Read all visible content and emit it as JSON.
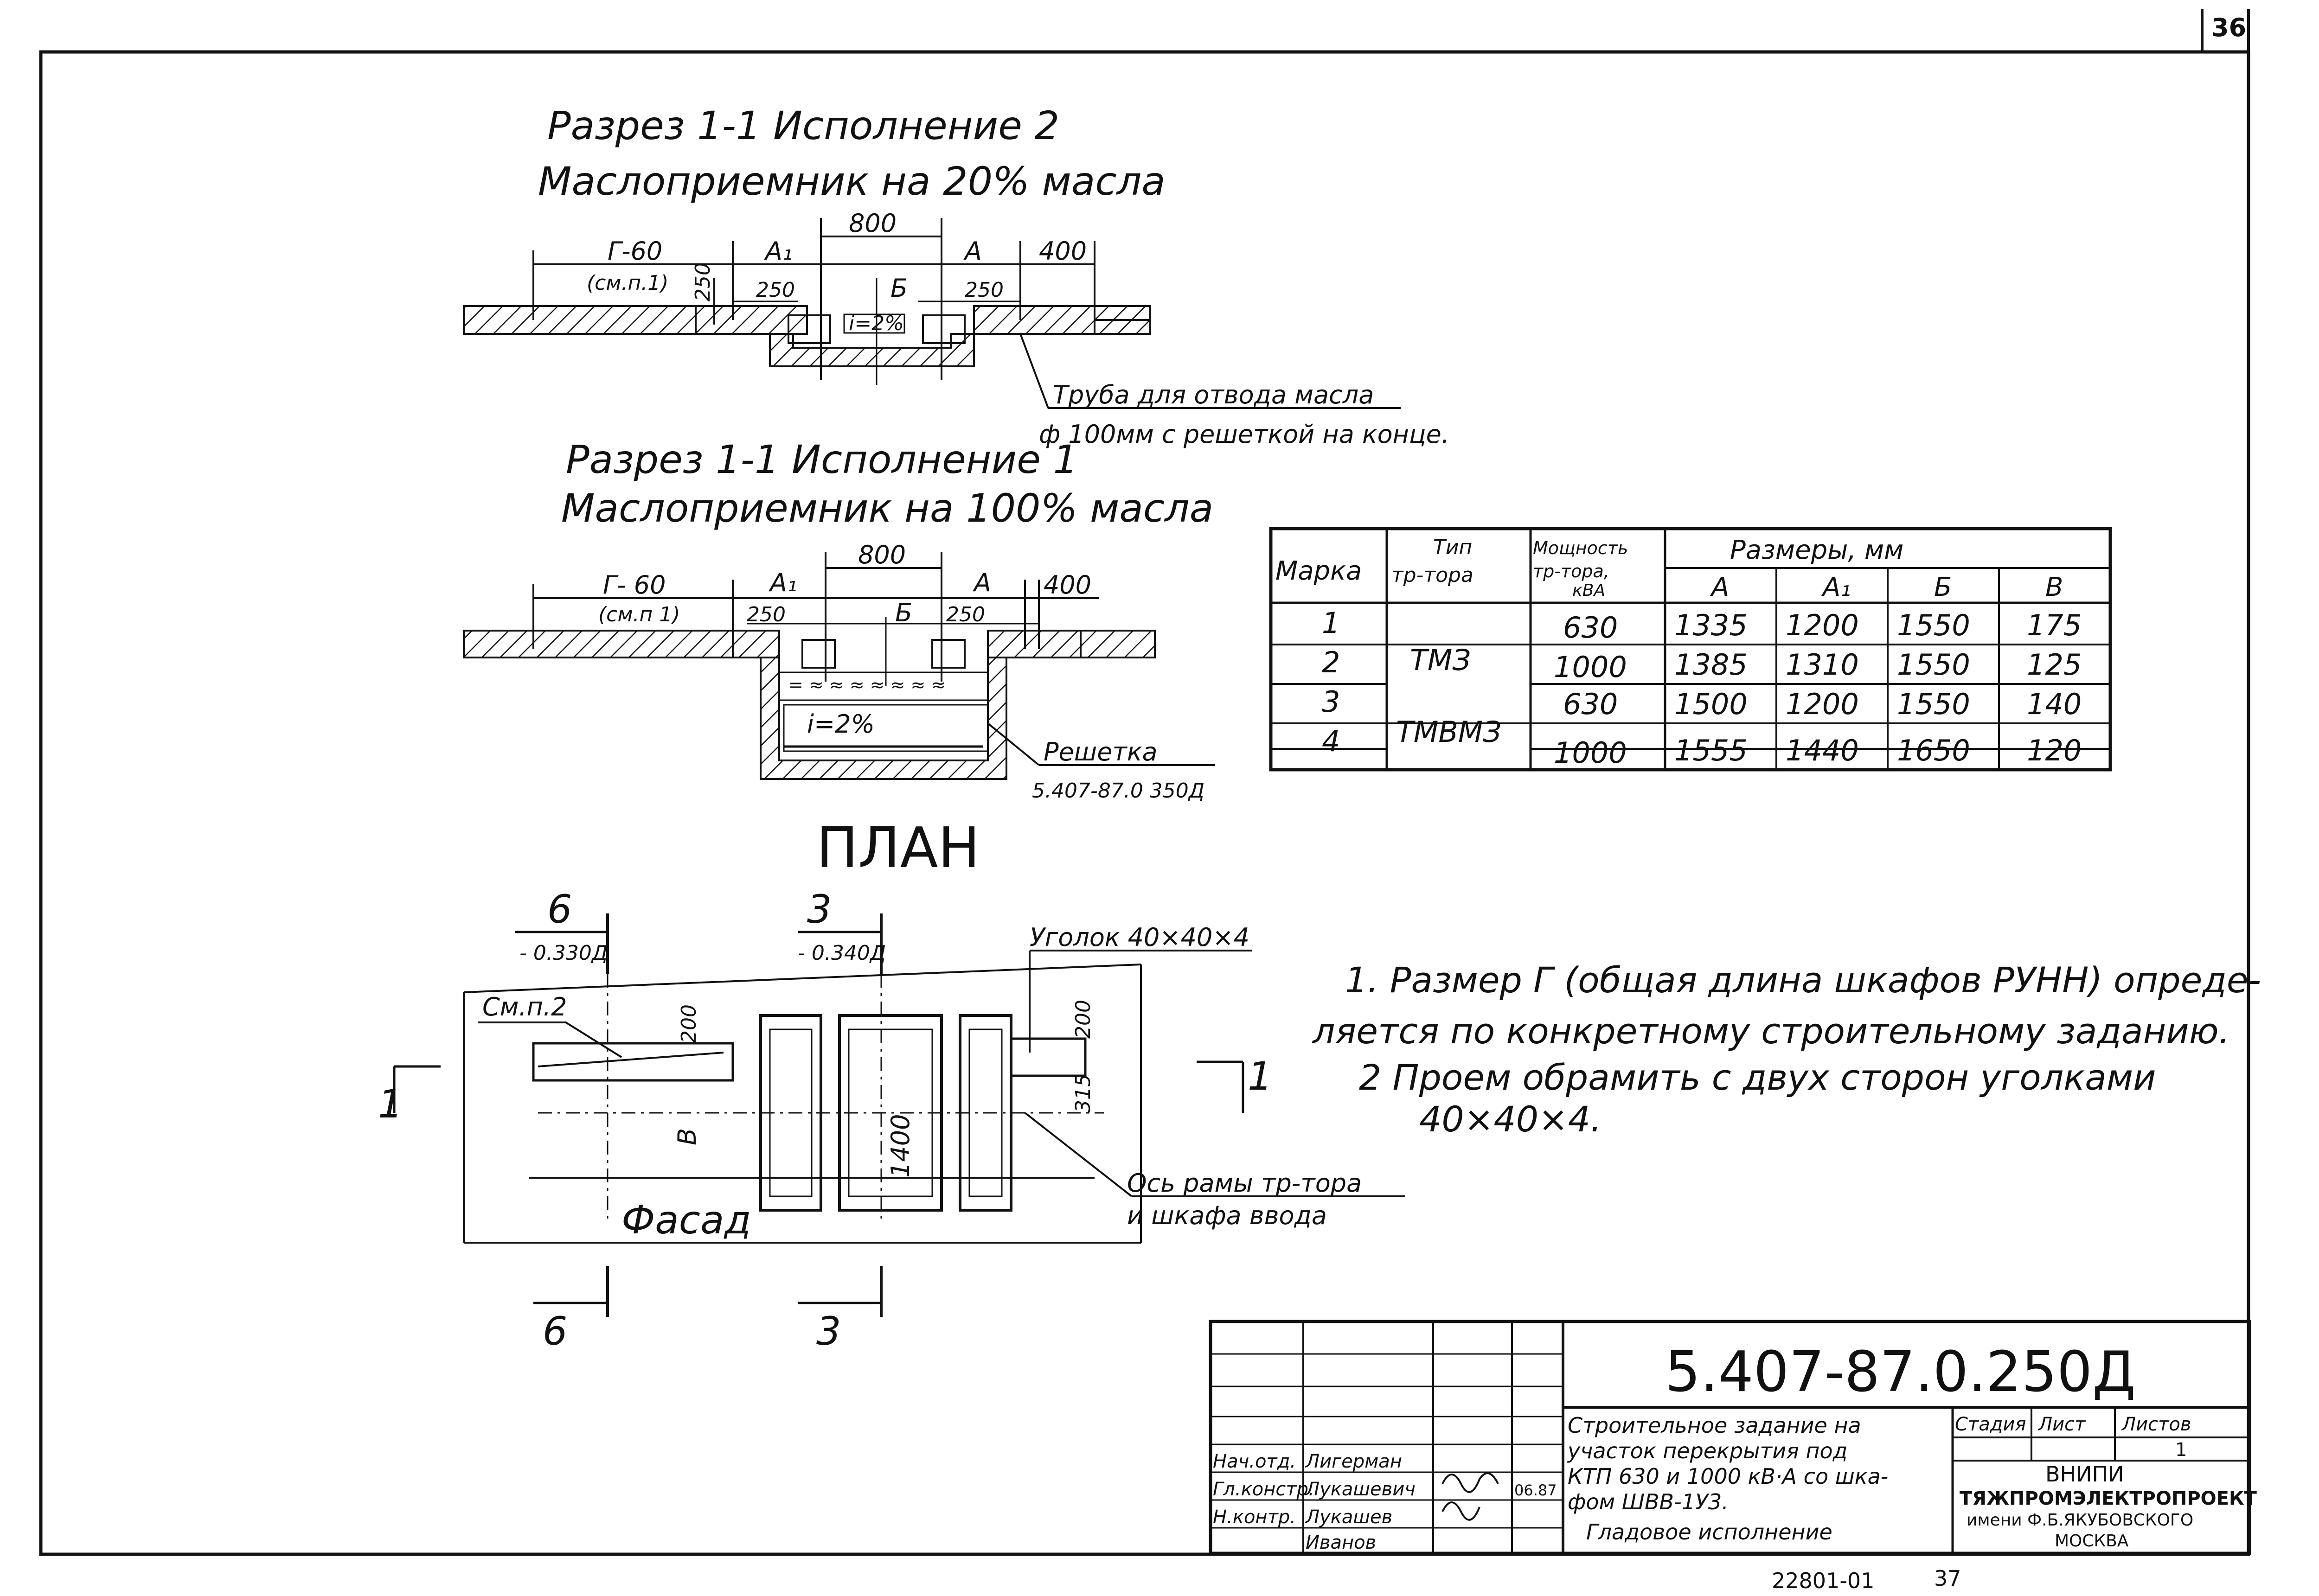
{
  "sheet_number": "36",
  "section_top": {
    "title_line1": "Разрез 1-1 Исполнение 2",
    "title_line2": "Маслоприемник на 20% масла",
    "dims": {
      "g60": "Г-60",
      "g60_ref": "(см.п.1)",
      "d800": "800",
      "a1": "А₁",
      "a": "А",
      "d400": "400",
      "d250_left": "250",
      "d250_right": "250",
      "d250_vert": "250",
      "b": "Б",
      "slope": "i=2%"
    },
    "pipe_note_line1": "Труба для отвода масла",
    "pipe_note_line2": "ф 100мм с решеткой на конце."
  },
  "section_bottom": {
    "title_line1": "Разрез 1-1 Исполнение 1",
    "title_line2": "Маслоприемник на 100% масла",
    "dims": {
      "g60": "Г- 60",
      "g60_ref": "(см.п 1)",
      "d800": "800",
      "a1": "А₁",
      "a": "А",
      "d400": "400",
      "d250_left": "250",
      "d250_right": "250",
      "b": "Б",
      "slope": "i=2%"
    },
    "grate_label": "Решетка",
    "grate_ref": "5.407-87.0 350Д"
  },
  "plan": {
    "title": "ПЛАН",
    "mark6": "6",
    "mark6_ref": "- 0.330Д",
    "mark3": "3",
    "mark3_ref": "- 0.340Д",
    "angle_label": "Уголок 40×40×4",
    "see_note": "См.п.2",
    "d200_left": "200",
    "d200_right": "200",
    "d315": "315",
    "d1400": "1400",
    "dim_b": "В",
    "section_1_left": "1",
    "section_1_right": "1",
    "facade": "Фасад",
    "axis_note_line1": "Ось рамы тр-тора",
    "axis_note_line2": "и шкафа ввода",
    "bottom_6": "6",
    "bottom_3": "3"
  },
  "dimension_table": {
    "header": {
      "marka": "Марка",
      "type_line1": "Тип",
      "type_line2": "тр-тора",
      "power_line1": "Мощность",
      "power_line2": "тр-тора,",
      "power_line3": "кВА",
      "sizes": "Размеры, мм",
      "col_a": "А",
      "col_a1": "А₁",
      "col_b": "Б",
      "col_v": "В"
    },
    "type_tm3": "ТМЗ",
    "type_tmvm3": "ТМВМЗ",
    "rows": [
      {
        "marka": "1",
        "power": "630",
        "a": "1335",
        "a1": "1200",
        "b": "1550",
        "v": "175"
      },
      {
        "marka": "2",
        "power": "1000",
        "a": "1385",
        "a1": "1310",
        "b": "1550",
        "v": "125"
      },
      {
        "marka": "3",
        "power": "630",
        "a": "1500",
        "a1": "1200",
        "b": "1550",
        "v": "140"
      },
      {
        "marka": "4",
        "power": "1000",
        "a": "1555",
        "a1": "1440",
        "b": "1650",
        "v": "120"
      }
    ]
  },
  "notes": {
    "line1": "1. Размер Г (общая длина шкафов РУНН) опреде-",
    "line2": "ляется по конкретному строительному заданию.",
    "line3": "2 Проем обрамить с двух сторон уголками",
    "line4": "40×40×4."
  },
  "title_block": {
    "code": "5.407-87.0.250Д",
    "description_line1": "Строительное задание на",
    "description_line2": "участок перекрытия под",
    "description_line3": "КТП 630 и 1000 кВ·А со шка-",
    "description_line4": "фом ШВВ-1У3.",
    "description_line5": "Гладовое исполнение",
    "stage_label": "Стадия",
    "sheet_label": "Лист",
    "sheets_label": "Листов",
    "sheets_value": "1",
    "org_line1": "ВНИПИ",
    "org_line2": "ТЯЖПРОМЭЛЕКТРОПРОЕКТ",
    "org_line3": "имени Ф.Б.ЯКУБОВСКОГО",
    "org_line4": "МОСКВА",
    "roles": [
      {
        "role": "Нач.отд.",
        "name": "Лигерман",
        "date": ""
      },
      {
        "role": "Гл.констр.",
        "name": "Лукашевич",
        "date": "06.87"
      },
      {
        "role": "Н.контр.",
        "name": "Лукашев",
        "date": ""
      },
      {
        "role": "",
        "name": "Иванов",
        "date": ""
      }
    ]
  },
  "footer_code": "22801-01",
  "footer_page": "37"
}
